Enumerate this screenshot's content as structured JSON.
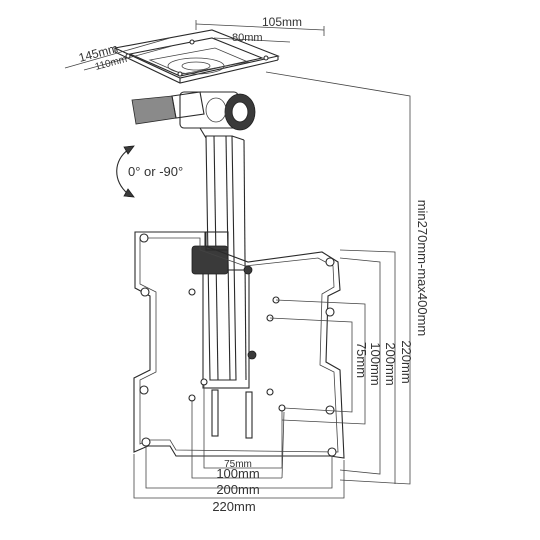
{
  "dimensions": {
    "plate_width": "105mm",
    "plate_inner_width": "80mm",
    "plate_depth": "145mm",
    "plate_inner_depth": "110mm",
    "tilt": "0° or -90°",
    "height_range": "min270mm-max400mm",
    "vertical_220": "220mm",
    "vertical_200": "200mm",
    "vertical_100": "100mm",
    "vertical_75": "75mm",
    "horizontal_75": "75mm",
    "horizontal_100": "100mm",
    "horizontal_200": "200mm",
    "horizontal_220": "220mm"
  },
  "colors": {
    "line": "#2a2a2a",
    "text": "#333333",
    "accent_dark": "#3a3a3a"
  }
}
